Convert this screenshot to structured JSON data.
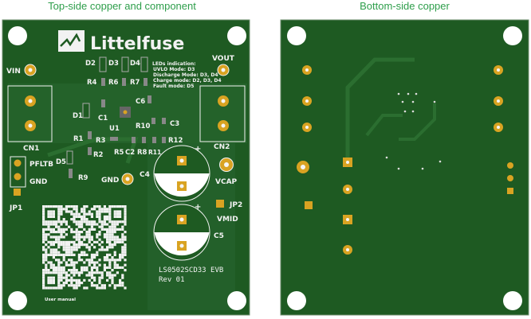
{
  "titles": {
    "top": "Top-side copper and component",
    "bottom": "Bottom-side copper"
  },
  "colors": {
    "board": "#1e5a22",
    "board_light": "#2a6d2e",
    "copper": "#d9a322",
    "silk": "#f2f2f2",
    "title": "#2e9e4b"
  },
  "top_board": {
    "logo": "Littelfuse",
    "led_note": [
      "LEDs indication:",
      "UVLO Mode: D3",
      "Discharge Mode: D3, D4",
      "Charge mode: D2, D3, D4",
      "Fault mode: D5"
    ],
    "labels": {
      "vin": "VIN",
      "vout": "VOUT",
      "cn1": "CN1",
      "cn2": "CN2",
      "pfltb": "PFLTB",
      "gnd": "GND",
      "jp1": "JP1",
      "gnd2": "GND",
      "c4": "C4",
      "c5": "C5",
      "vcap": "VCAP",
      "jp2": "JP2",
      "vmid": "VMID",
      "d1": "D1",
      "d2": "D2",
      "d3": "D3",
      "d4": "D4",
      "d5": "D5",
      "r1": "R1",
      "r2": "R2",
      "r3": "R3",
      "r4": "R4",
      "r5": "R5",
      "r6": "R6",
      "r7": "R7",
      "r8": "R8",
      "r9": "R9",
      "r10": "R10",
      "r11": "R11",
      "r12": "R12",
      "c1": "C1",
      "c2": "C2",
      "c3": "C3",
      "c6": "C6",
      "u1": "U1",
      "plus1": "+",
      "plus2": "+"
    },
    "board_name": "LS0502SCD33 EVB",
    "revision": "Rev 01",
    "qr_caption": "User manual"
  }
}
